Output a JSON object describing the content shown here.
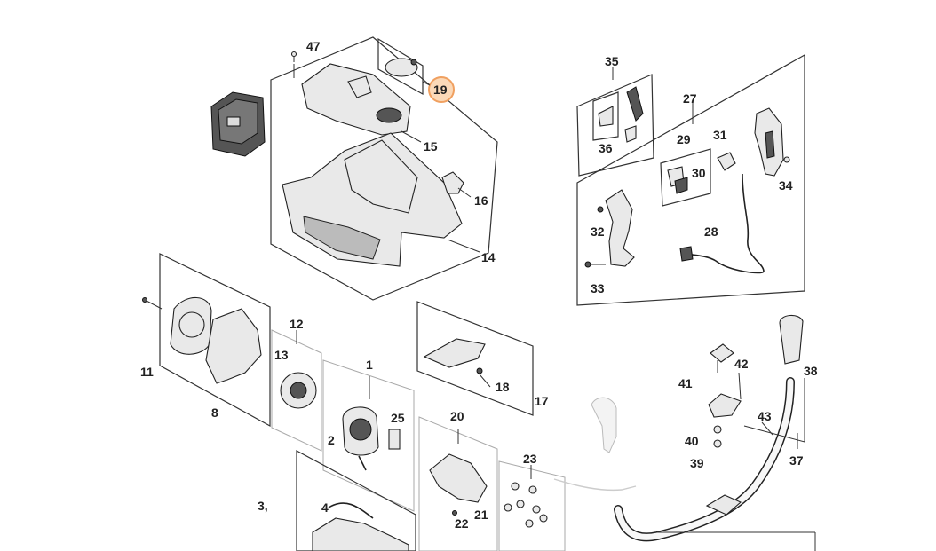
{
  "callouts": {
    "c1": "1",
    "c2": "2",
    "c3": "3,",
    "c4": "4",
    "c8": "8",
    "c11": "11",
    "c12": "12",
    "c13": "13",
    "c14": "14",
    "c15": "15",
    "c16": "16",
    "c17": "17",
    "c18": "18",
    "c19": "19",
    "c20": "20",
    "c21": "21",
    "c22": "22",
    "c23": "23",
    "c25": "25",
    "c27": "27",
    "c28": "28",
    "c29": "29",
    "c30": "30",
    "c31": "31",
    "c32": "32",
    "c33": "33",
    "c34": "34",
    "c35": "35",
    "c36": "36",
    "c37": "37",
    "c38": "38",
    "c39": "39",
    "c40": "40",
    "c41": "41",
    "c42": "42",
    "c43": "43",
    "c47": "47"
  },
  "highlight": {
    "part": "19",
    "color": "#f0a060",
    "fill": "#fbd9b8"
  }
}
